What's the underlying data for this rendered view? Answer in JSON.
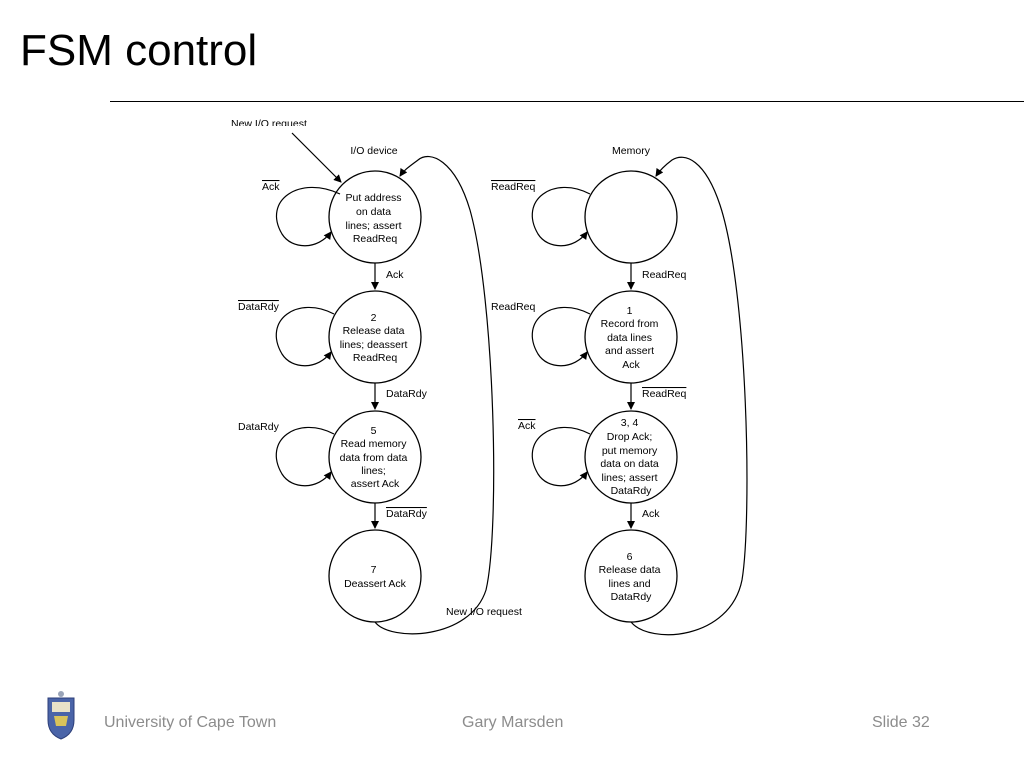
{
  "slide": {
    "title": "FSM control",
    "footer": {
      "institution": "University of Cape Town",
      "author": "Gary Marsden",
      "slide_number": "Slide 32"
    }
  },
  "diagram": {
    "top_cut_label": "New I/O request",
    "io_device": {
      "heading": "I/O device",
      "states": [
        {
          "lines": [
            "Put address",
            "on data",
            "lines; assert",
            "ReadReq"
          ]
        },
        {
          "lines": [
            "2",
            "Release data",
            "lines; deassert",
            "ReadReq"
          ]
        },
        {
          "lines": [
            "5",
            "Read memory",
            "data from data",
            "lines;",
            "assert Ack"
          ]
        },
        {
          "lines": [
            "7",
            "Deassert Ack"
          ]
        }
      ],
      "self_loops": [
        "Ack",
        "DataRdy",
        "DataRdy"
      ],
      "transitions": [
        "Ack",
        "DataRdy",
        "DataRdy"
      ],
      "return_label": "New I/O request"
    },
    "memory": {
      "heading": "Memory",
      "states": [
        {
          "lines": []
        },
        {
          "lines": [
            "1",
            "Record from",
            "data lines",
            "and assert",
            "Ack"
          ]
        },
        {
          "lines": [
            "3, 4",
            "Drop Ack;",
            "put memory",
            "data on data",
            "lines; assert",
            "DataRdy"
          ]
        },
        {
          "lines": [
            "6",
            "Release data",
            "lines and",
            "DataRdy"
          ]
        }
      ],
      "self_loops": [
        "ReadReq",
        "ReadReq",
        "Ack"
      ],
      "transitions": [
        "ReadReq",
        "ReadReq",
        "Ack"
      ]
    }
  }
}
